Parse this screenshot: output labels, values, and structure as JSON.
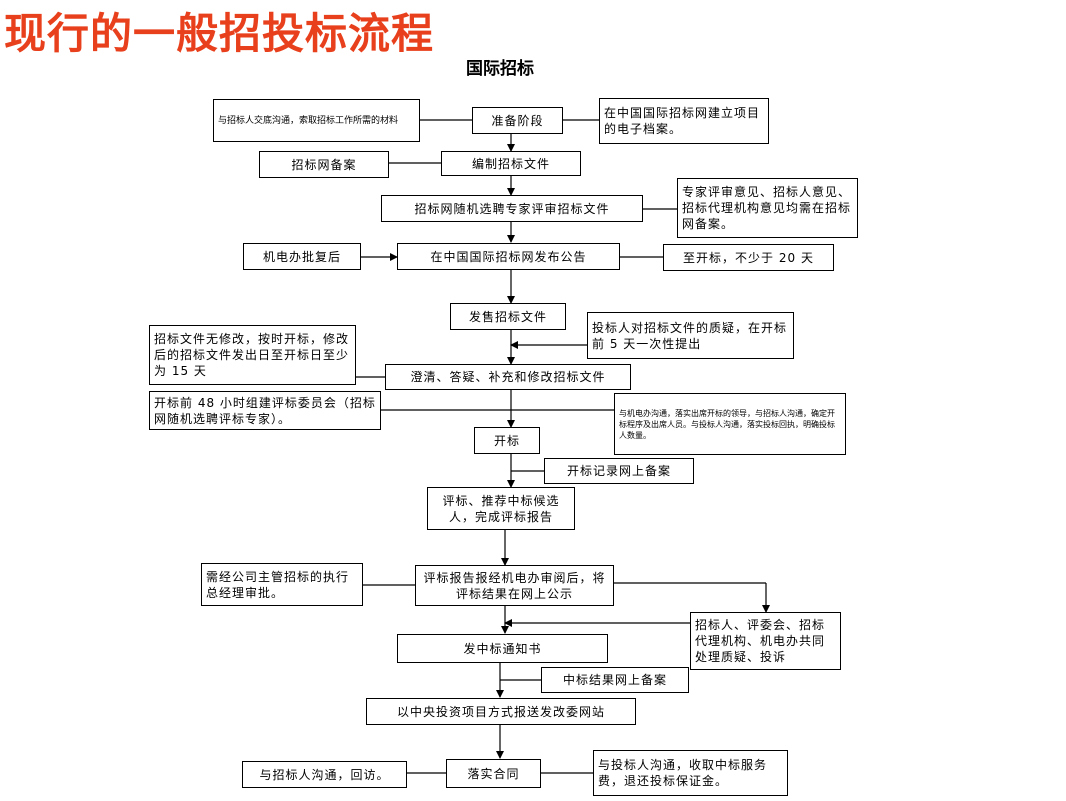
{
  "title": "现行的一般招投标流程",
  "subtitle": "国际招标",
  "boxes": {
    "prepare": "准备阶段",
    "prepare_left": "与招标人交底沟通，索取招标工作所需的材料",
    "prepare_right": "在中国国际招标网建立项目的电子档案。",
    "compile": "编制招标文件",
    "compile_left": "招标网备案",
    "expert_review": "招标网随机选聘专家评审招标文件",
    "expert_right": "专家评审意见、招标人意见、招标代理机构意见均需在招标网备案。",
    "publish": "在中国国际招标网发布公告",
    "publish_left": "机电办批复后",
    "publish_right": "至开标，不少于 20 天",
    "sell": "发售招标文件",
    "sell_right": "投标人对招标文件的质疑，在开标前 5 天一次性提出",
    "clarify": "澄清、答疑、补充和修改招标文件",
    "clarify_left": "招标文件无修改，按时开标，修改后的招标文件发出日至开标日至少为 15 天",
    "committee": "开标前 48 小时组建评标委员会（招标网随机选聘评标专家）。",
    "open_right": "与机电办沟通，落实出席开标的领导，与招标人沟通，确定开标程序及出席人员。与投标人沟通，落实投标回执，明确投标人数量。",
    "open": "开标",
    "open_record": "开标记录网上备案",
    "evaluate": "评标、推荐中标候选人，完成评标报告",
    "report": "评标报告报经机电办审阅后，将评标结果在网上公示",
    "report_left": "需经公司主管招标的执行总经理审批。",
    "dispute": "招标人、评委会、招标代理机构、机电办共同处理质疑、投诉",
    "notice": "发中标通知书",
    "result_record": "中标结果网上备案",
    "ndrc": "以中央投资项目方式报送发改委网站",
    "contract": "落实合同",
    "contract_left": "与招标人沟通，回访。",
    "contract_right": "与投标人沟通，收取中标服务费，退还投标保证金。"
  }
}
